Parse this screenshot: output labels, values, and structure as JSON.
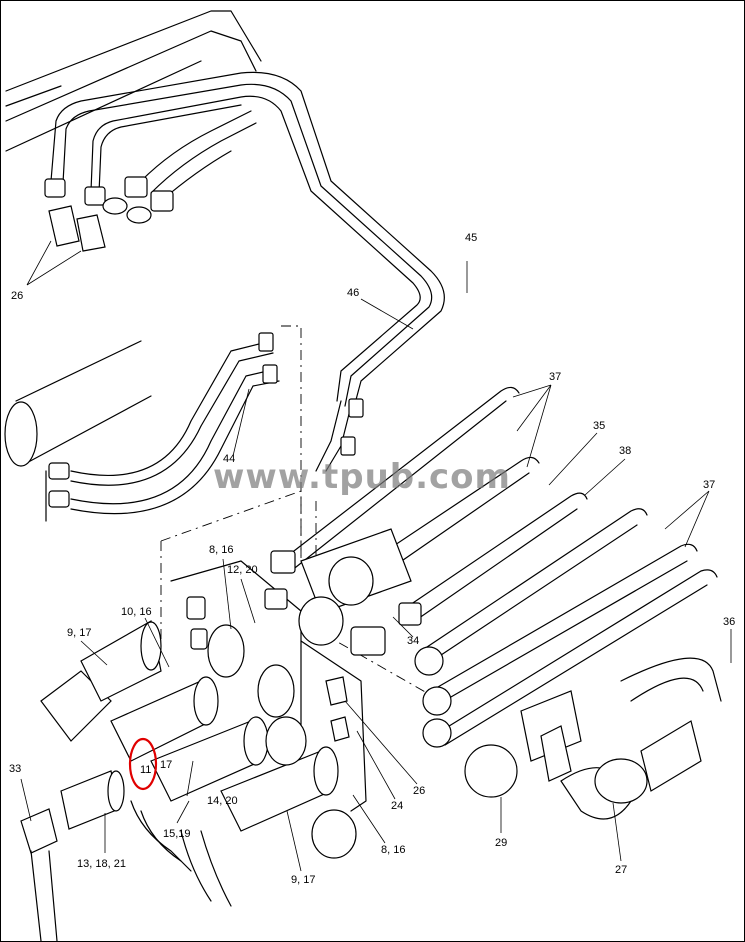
{
  "watermark": "www.tpub.com",
  "highlight_color": "#e00000",
  "callouts": [
    {
      "id": "c26a",
      "label": "26"
    },
    {
      "id": "c45",
      "label": "45"
    },
    {
      "id": "c46",
      "label": "46"
    },
    {
      "id": "c37a",
      "label": "37"
    },
    {
      "id": "c35",
      "label": "35"
    },
    {
      "id": "c38",
      "label": "38"
    },
    {
      "id": "c37b",
      "label": "37"
    },
    {
      "id": "c44",
      "label": "44"
    },
    {
      "id": "c816a",
      "label": "8, 16"
    },
    {
      "id": "c1220",
      "label": "12, 20"
    },
    {
      "id": "c1016",
      "label": "10, 16"
    },
    {
      "id": "c917a",
      "label": "9, 17"
    },
    {
      "id": "c34",
      "label": "34"
    },
    {
      "id": "c36",
      "label": "36"
    },
    {
      "id": "c33",
      "label": "33"
    },
    {
      "id": "c11",
      "label": "11"
    },
    {
      "id": "c17",
      "label": "17"
    },
    {
      "id": "c1420",
      "label": "14, 20"
    },
    {
      "id": "c1519",
      "label": "15,19"
    },
    {
      "id": "c131821",
      "label": "13, 18, 21"
    },
    {
      "id": "c24",
      "label": "24"
    },
    {
      "id": "c26b",
      "label": "26"
    },
    {
      "id": "c816b",
      "label": "8, 16"
    },
    {
      "id": "c917b",
      "label": "9, 17"
    },
    {
      "id": "c29",
      "label": "29"
    },
    {
      "id": "c27",
      "label": "27"
    }
  ]
}
